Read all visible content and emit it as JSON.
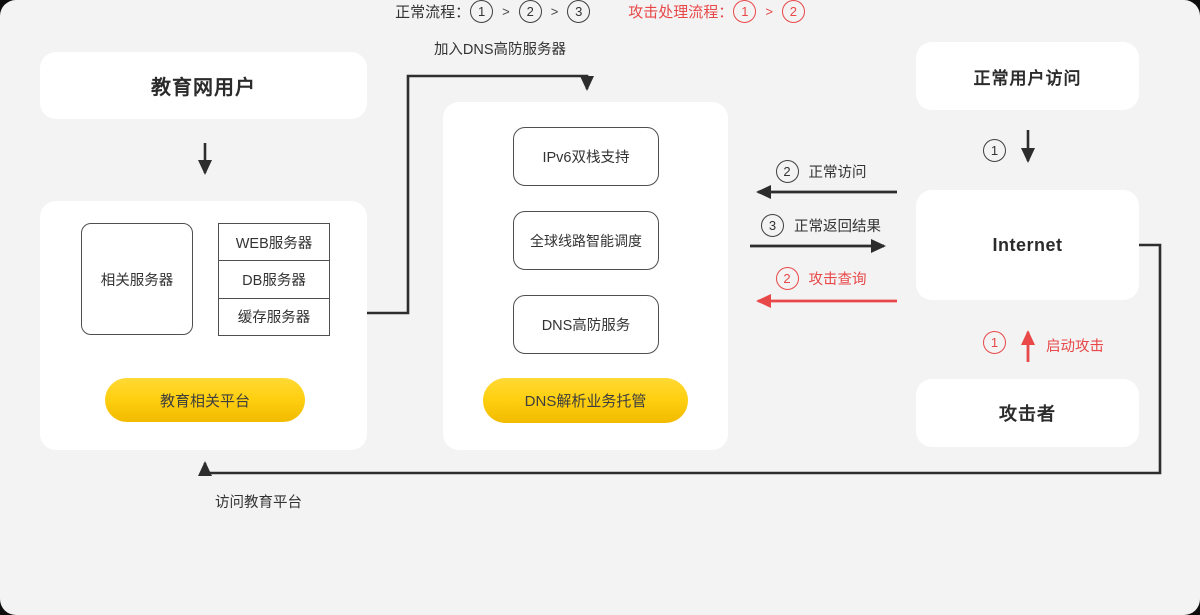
{
  "colors": {
    "canvas_bg": "#f3f3f4",
    "node_bg": "#ffffff",
    "ink": "#2d2d2d",
    "outline": "#4f4f4f",
    "accent_red": "#e84848",
    "accent_yellow": "#ffd012"
  },
  "nodes": {
    "edu_users": "教育网用户",
    "related_server": "相关服务器",
    "web_server": "WEB服务器",
    "db_server": "DB服务器",
    "cache_server": "缓存服务器",
    "edu_platform_pill": "教育相关平台",
    "ipv6_dual_stack": "IPv6双栈支持",
    "global_smart_routing": "全球线路智能调度",
    "dns_protection": "DNS高防服务",
    "dns_hosting_pill": "DNS解析业务托管",
    "normal_user_access": "正常用户访问",
    "internet": "Internet",
    "attacker": "攻击者"
  },
  "labels": {
    "join_dns_server": "加入DNS高防服务器",
    "visit_edu_platform": "访问教育平台",
    "normal_visit": "正常访问",
    "normal_return": "正常返回结果",
    "attack_query": "攻击查询",
    "launch_attack": "启动攻击"
  },
  "steps": {
    "normal_down": "1",
    "normal_visit": "2",
    "normal_return": "3",
    "attack_up": "1",
    "attack_query": "2"
  },
  "legend": {
    "normal_label": "正常流程：",
    "normal_steps": [
      "1",
      "2",
      "3"
    ],
    "attack_label": "攻击处理流程：",
    "attack_steps": [
      "1",
      "2"
    ],
    "separator": ">"
  }
}
